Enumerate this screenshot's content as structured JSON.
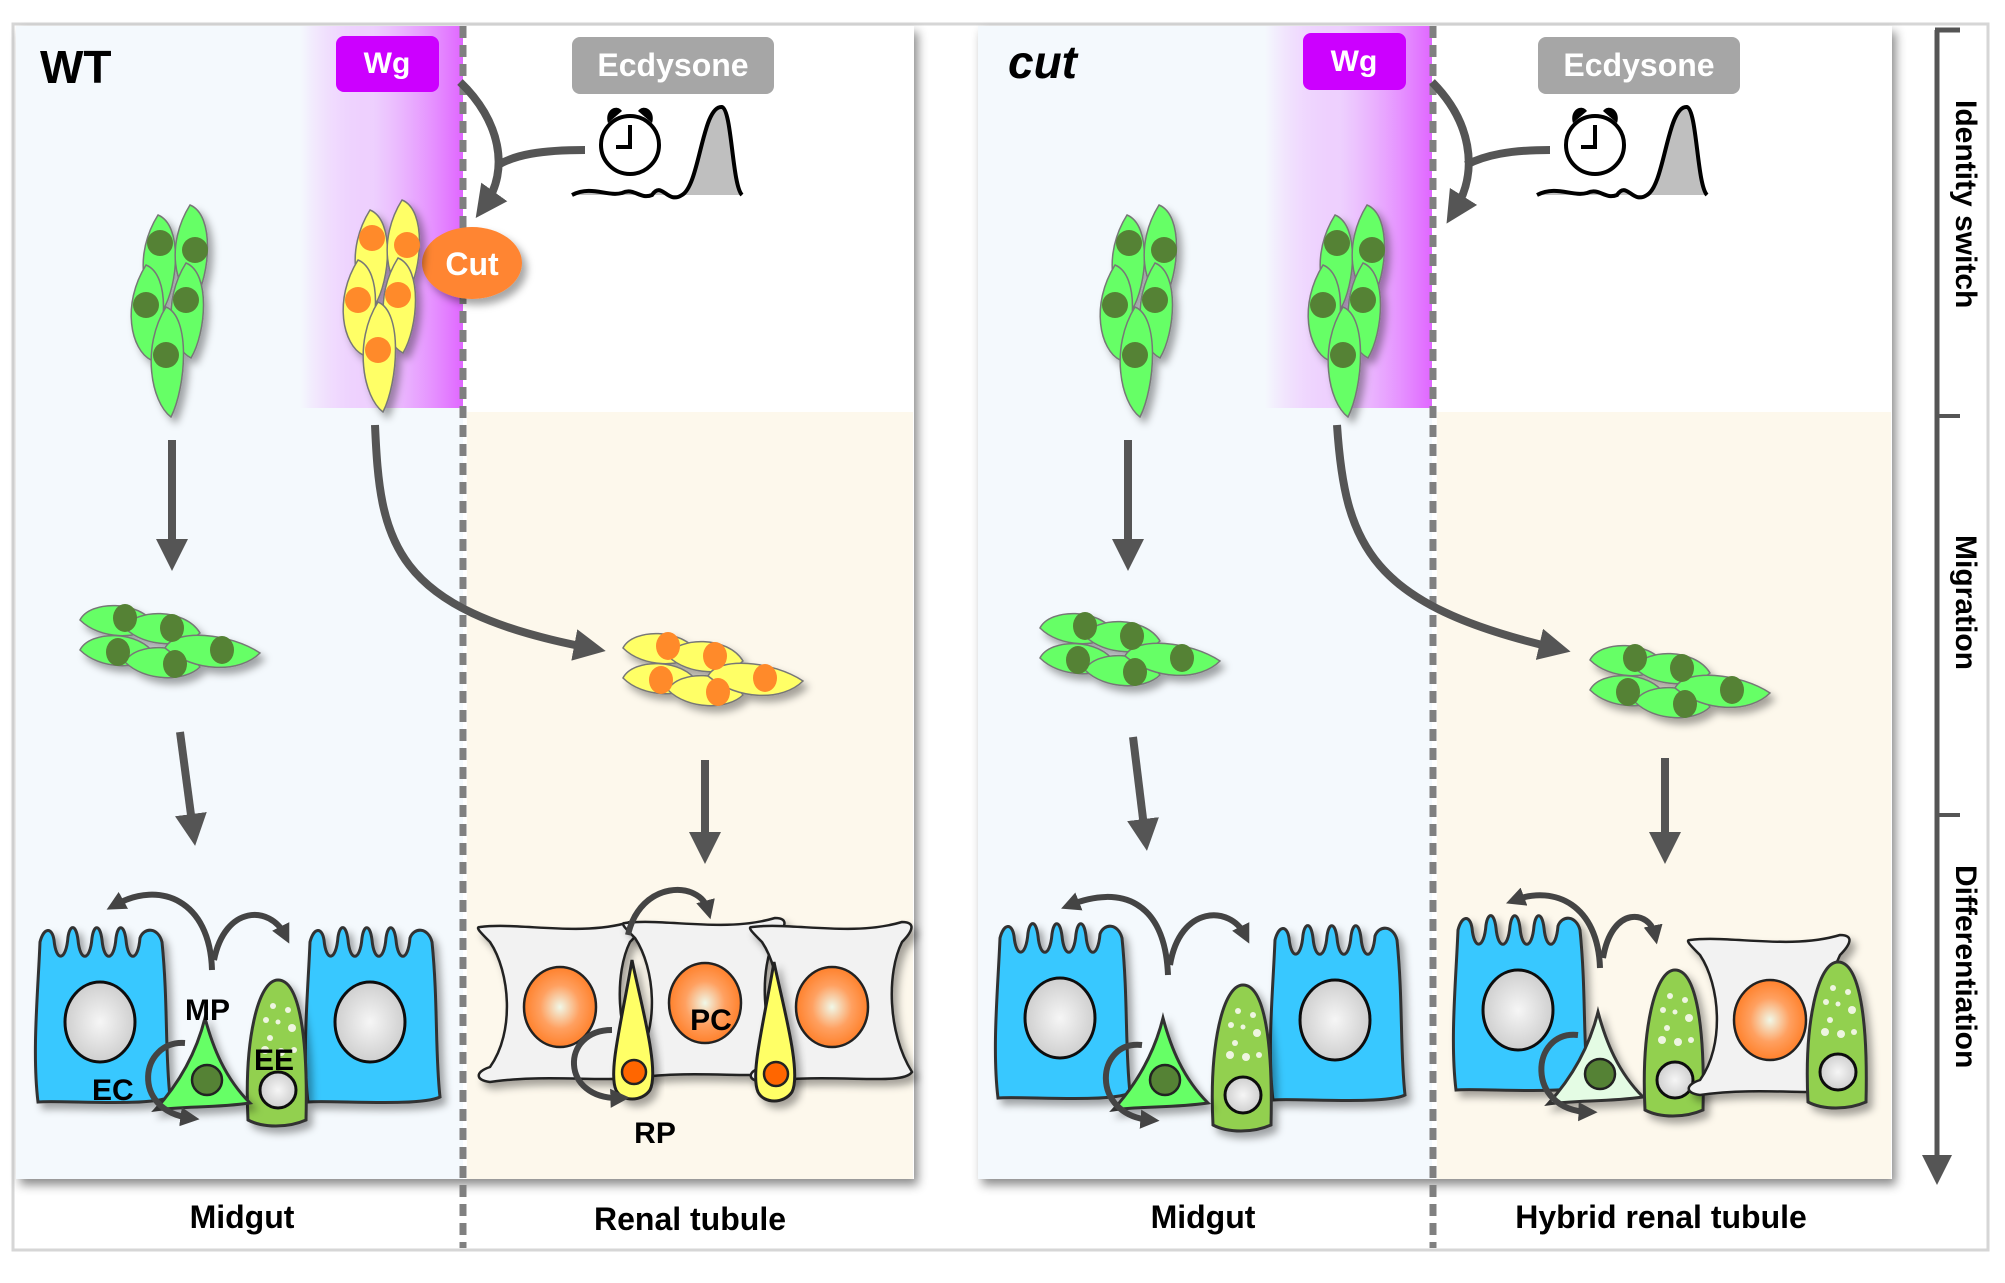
{
  "figure": {
    "panels": [
      {
        "id": "wt",
        "genotype": "WT",
        "genotype_italic": false,
        "wg_label": "Wg",
        "ecdysone_label": "Ecdysone",
        "cut_label": "Cut",
        "left_tissue": "Midgut",
        "right_tissue": "Renal tubule",
        "cell_labels": {
          "ec": "EC",
          "mp": "MP",
          "ee": "EE",
          "pc": "PC",
          "rp": "RP"
        },
        "right_branch_state": "yellow cells with orange nuclei (renal identity)"
      },
      {
        "id": "cut",
        "genotype": "cut",
        "genotype_italic": true,
        "wg_label": "Wg",
        "ecdysone_label": "Ecdysone",
        "left_tissue": "Midgut",
        "right_tissue": "Hybrid renal tubule",
        "right_branch_state": "green cells with dark-green nuclei (midgut identity retained)"
      }
    ],
    "timeline": {
      "stages": [
        "Identity switch",
        "Migration",
        "Differentiation"
      ]
    },
    "colors": {
      "wg_badge": "#cc00ff",
      "wg_gradient": "#e066ff",
      "ecdysone_badge": "#a6a6a6",
      "cut_badge": "#ff8533",
      "midgut_bg": "#f4f9fd",
      "renal_bg": "#fdf8ec",
      "green_cell": "#66ff66",
      "green_nucleus": "#548235",
      "yellow_cell": "#ffff66",
      "orange_nucleus": "#ff8a2b",
      "ec_blue": "#38c8ff",
      "ee_green": "#92d050",
      "arrow": "#555555"
    }
  }
}
